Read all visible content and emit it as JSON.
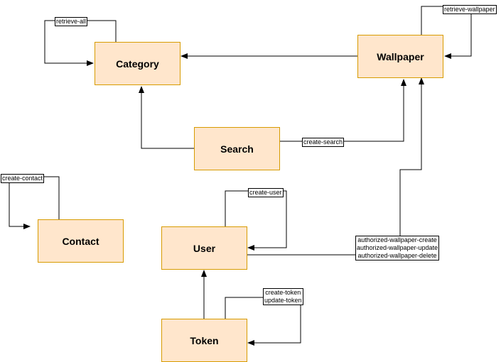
{
  "nodes": {
    "category": "Category",
    "wallpaper": "Wallpaper",
    "search": "Search",
    "contact": "Contact",
    "user": "User",
    "token": "Token"
  },
  "edge_labels": {
    "retrieve_all": "retrieve-all",
    "retrieve_wallpaper": "retrieve-wallpaper",
    "create_search": "create-search",
    "create_contact": "create-contact",
    "create_user": "create-user",
    "create_token": "create-token",
    "update_token": "update-token",
    "authorized_create": "authorized-wallpaper-create",
    "authorized_update": "authorized-wallpaper-update",
    "authorized_delete": "authorized-wallpaper-delete"
  },
  "colors": {
    "node_fill": "#ffe6cc",
    "node_border": "#d79b00",
    "edge": "#000000"
  }
}
